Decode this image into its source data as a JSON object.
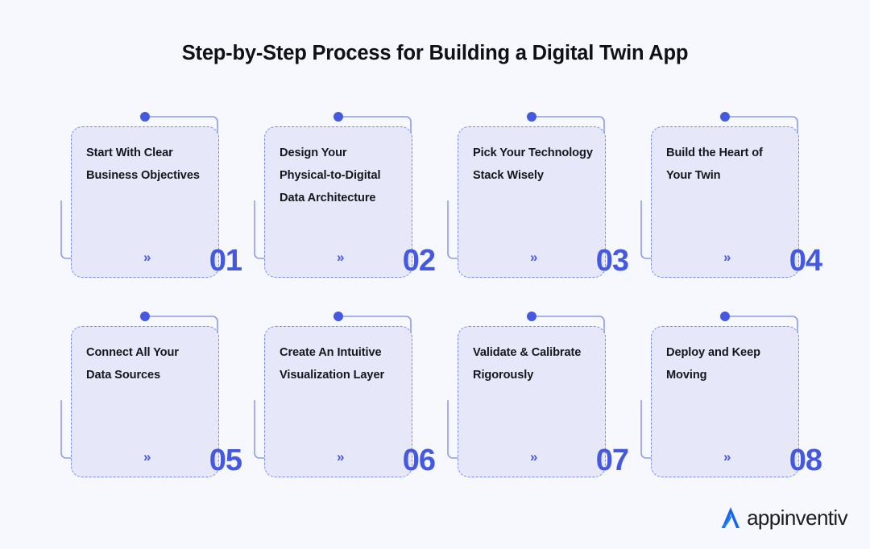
{
  "title": "Step-by-Step Process for Building a Digital Twin App",
  "colors": {
    "page_background": "#f7f8fe",
    "card_fill": "#e6e8fa",
    "card_border": "#7b8ae8",
    "accent": "#4559e0",
    "connector": "#8e9bea",
    "title_text": "#111114",
    "card_text": "#16161c"
  },
  "steps": [
    {
      "number": "01",
      "label": "Start With Clear Business Objectives",
      "arrow": "»"
    },
    {
      "number": "02",
      "label": "Design Your Physical-to-Digital Data Architecture",
      "arrow": "»"
    },
    {
      "number": "03",
      "label": "Pick Your Technology Stack Wisely",
      "arrow": "»"
    },
    {
      "number": "04",
      "label": "Build the Heart of Your Twin",
      "arrow": "»"
    },
    {
      "number": "05",
      "label": "Connect All Your Data Sources",
      "arrow": "»"
    },
    {
      "number": "06",
      "label": "Create An Intuitive Visualization Layer",
      "arrow": "»"
    },
    {
      "number": "07",
      "label": "Validate & Calibrate Rigorously",
      "arrow": "»"
    },
    {
      "number": "08",
      "label": "Deploy and Keep Moving",
      "arrow": "»"
    }
  ],
  "logo": {
    "wordmark": "appinventiv",
    "mark_name": "appinventiv-logo-mark",
    "mark_color": "#1466f0"
  }
}
